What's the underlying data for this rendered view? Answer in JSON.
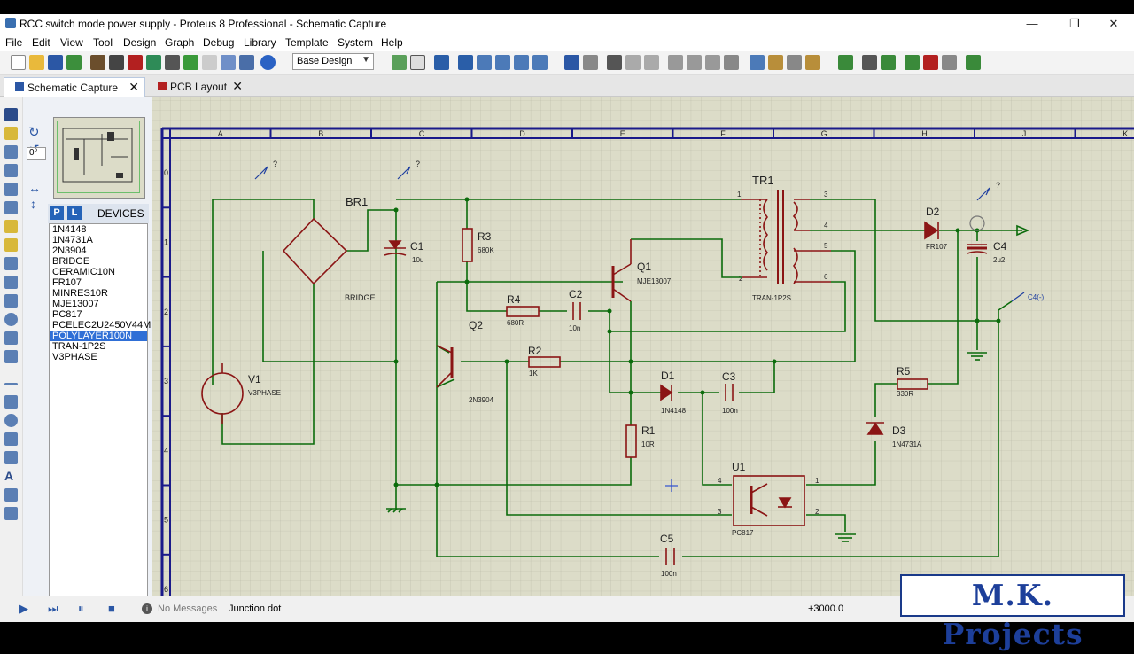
{
  "window": {
    "title": "RCC switch mode power supply - Proteus 8 Professional - Schematic Capture",
    "minimize": "—",
    "maximize": "❐",
    "close": "✕"
  },
  "menu": [
    "File",
    "Edit",
    "View",
    "Tool",
    "Design",
    "Graph",
    "Debug",
    "Library",
    "Template",
    "System",
    "Help"
  ],
  "toolbar": {
    "design_select": "Base Design"
  },
  "tabs": [
    {
      "label": "Schematic Capture",
      "active": true
    },
    {
      "label": "PCB Layout",
      "active": false
    }
  ],
  "leftpanel": {
    "rotation": "0°",
    "p_button": "P",
    "l_button": "L",
    "devices_label": "DEVICES",
    "devices": [
      "1N4148",
      "1N4731A",
      "2N3904",
      "BRIDGE",
      "CERAMIC10N",
      "FR107",
      "MINRES10R",
      "MJE13007",
      "PC817",
      "PCELEC2U2450V44M",
      "POLYLAYER100N",
      "TRAN-1P2S",
      "V3PHASE"
    ],
    "selected_device": "POLYLAYER100N"
  },
  "schematic": {
    "columns": [
      "A",
      "B",
      "C",
      "D",
      "E",
      "F",
      "G",
      "H",
      "J",
      "K"
    ],
    "rows": [
      "0",
      "1",
      "2",
      "3",
      "4",
      "5",
      "6"
    ],
    "components": {
      "br1": {
        "ref": "BR1",
        "value": "BRIDGE"
      },
      "c1": {
        "ref": "C1",
        "value": "10u"
      },
      "r3": {
        "ref": "R3",
        "value": "680K"
      },
      "tr1": {
        "ref": "TR1",
        "value": "TRAN-1P2S"
      },
      "q1": {
        "ref": "Q1",
        "value": "MJE13007"
      },
      "r4": {
        "ref": "R4",
        "value": "680R"
      },
      "c2": {
        "ref": "C2",
        "value": "10n"
      },
      "q2": {
        "ref": "Q2",
        "value": "2N3904"
      },
      "r2": {
        "ref": "R2",
        "value": "1K"
      },
      "d1": {
        "ref": "D1",
        "value": "1N4148"
      },
      "c3": {
        "ref": "C3",
        "value": "100n"
      },
      "r1": {
        "ref": "R1",
        "value": "10R"
      },
      "v1": {
        "ref": "V1",
        "value": "V3PHASE"
      },
      "d2": {
        "ref": "D2",
        "value": "FR107"
      },
      "c4": {
        "ref": "C4",
        "value": "2u2"
      },
      "r5": {
        "ref": "R5",
        "value": "330R"
      },
      "d3": {
        "ref": "D3",
        "value": "1N4731A"
      },
      "u1": {
        "ref": "U1",
        "value": "PC817"
      },
      "c5": {
        "ref": "C5",
        "value": "100n"
      }
    },
    "tr1_pins": [
      "1",
      "2",
      "3",
      "4",
      "5",
      "6"
    ],
    "u1_pins": [
      "4",
      "3",
      "1",
      "2"
    ],
    "probe_label": "?",
    "c4_probe": "C4(-)"
  },
  "status": {
    "messages": "No Messages",
    "info": "Junction dot",
    "coord": "+3000.0"
  },
  "watermark": "M.K. Projects",
  "colors": {
    "wire": "#0b6b0b",
    "component": "#8b1515",
    "grid_bg": "#dcdcc8",
    "border": "#1a1a8a"
  }
}
